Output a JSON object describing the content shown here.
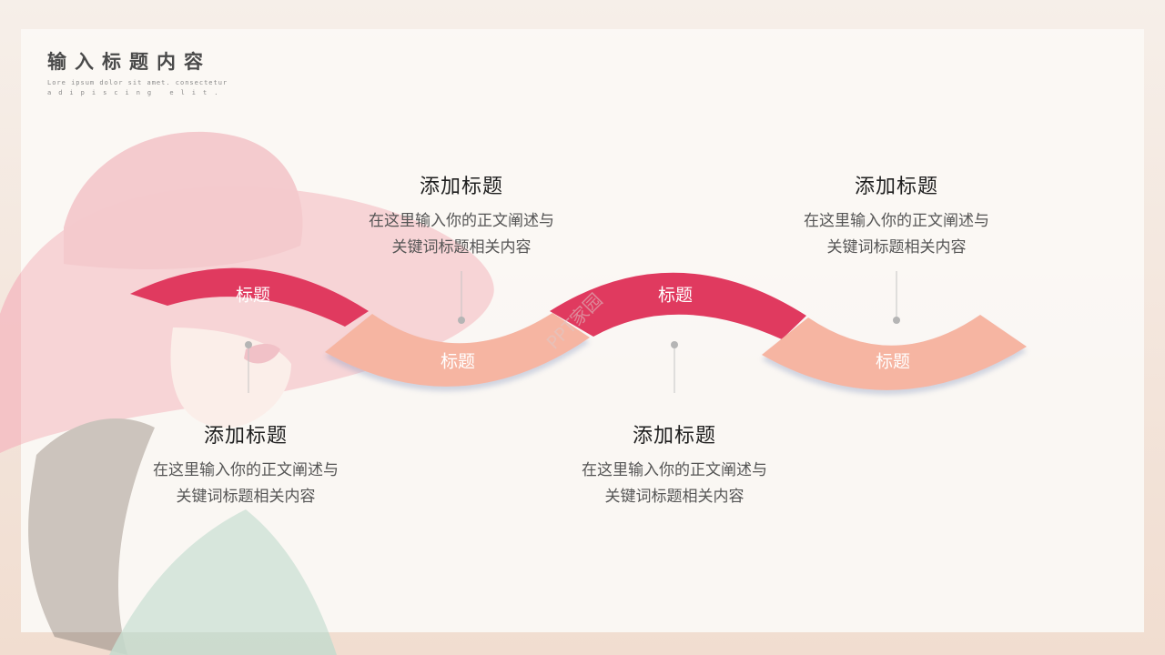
{
  "header": {
    "title": "输入标题内容",
    "subtitle_line1": "Lore ipsum dolor sit amet. consectetur",
    "subtitle_line2": "adipiscing elit."
  },
  "segments": [
    {
      "label": "标题",
      "color": "#e03a5f"
    },
    {
      "label": "标题",
      "color": "#f6b5a2"
    },
    {
      "label": "标题",
      "color": "#e03a5f"
    },
    {
      "label": "标题",
      "color": "#f6b5a2"
    }
  ],
  "items": [
    {
      "title": "添加标题",
      "line1": "在这里输入你的正文阐述与",
      "line2": "关键词标题相关内容"
    },
    {
      "title": "添加标题",
      "line1": "在这里输入你的正文阐述与",
      "line2": "关键词标题相关内容"
    },
    {
      "title": "添加标题",
      "line1": "在这里输入你的正文阐述与",
      "line2": "关键词标题相关内容"
    },
    {
      "title": "添加标题",
      "line1": "在这里输入你的正文阐述与",
      "line2": "关键词标题相关内容"
    }
  ],
  "watermark": "PPT家园",
  "colors": {
    "accent": "#e03a5f",
    "accent_light": "#f6b5a2",
    "connector": "#b5b5b5"
  }
}
